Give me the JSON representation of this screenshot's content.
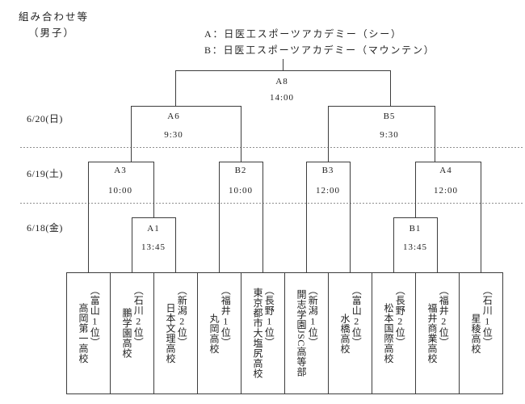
{
  "header": {
    "title": "組み合わせ等",
    "subtitle": "（男子）",
    "legend": [
      {
        "label": "A：日医工スポーツアカデミー（シー）"
      },
      {
        "label": "B：日医工スポーツアカデミー（マウンテン）"
      }
    ]
  },
  "rounds": [
    {
      "date": "6/20(日)"
    },
    {
      "date": "6/19(土)"
    },
    {
      "date": "6/18(金)"
    }
  ],
  "matches": [
    {
      "id": "A8",
      "time": "14:00",
      "round": "final",
      "pairing": "winner A6 vs winner B5"
    },
    {
      "id": "A6",
      "time": "9:30",
      "round": "6/20(日)",
      "pairing": "winner A3 vs winner B2"
    },
    {
      "id": "B5",
      "time": "9:30",
      "round": "6/20(日)",
      "pairing": "winner B3 vs winner A4"
    },
    {
      "id": "A3",
      "time": "10:00",
      "round": "6/19(土)",
      "pairing": "高岡第一高校 vs winner A1"
    },
    {
      "id": "B2",
      "time": "10:00",
      "round": "6/19(土)",
      "pairing": "丸岡高校 vs 東京都市大塩尻高校"
    },
    {
      "id": "B3",
      "time": "12:00",
      "round": "6/19(土)",
      "pairing": "開志学園JSC高等部 vs 水橋高校"
    },
    {
      "id": "A4",
      "time": "12:00",
      "round": "6/19(土)",
      "pairing": "winner B1 vs 星稜高校"
    },
    {
      "id": "A1",
      "time": "13:45",
      "round": "6/18(金)",
      "pairing": "鵬学園高校 vs 日本文理高校"
    },
    {
      "id": "B1",
      "time": "13:45",
      "round": "6/18(金)",
      "pairing": "松本国際高校 vs 福井商業高校"
    }
  ],
  "teams": [
    {
      "seed": "（富山1位）",
      "name": "高岡第一高校"
    },
    {
      "seed": "（石川2位）",
      "name": "鵬学園高校"
    },
    {
      "seed": "（新潟2位）",
      "name": "日本文理高校"
    },
    {
      "seed": "（福井1位）",
      "name": "丸岡高校"
    },
    {
      "seed": "（長野1位）",
      "name": "東京都市大塩尻高校"
    },
    {
      "seed": "（新潟1位）",
      "name": "開志学園JSC高等部"
    },
    {
      "seed": "（富山2位）",
      "name": "水橋高校"
    },
    {
      "seed": "（長野2位）",
      "name": "松本国際高校"
    },
    {
      "seed": "（福井2位）",
      "name": "福井商業高校"
    },
    {
      "seed": "（石川1位）",
      "name": "星稜高校"
    }
  ]
}
